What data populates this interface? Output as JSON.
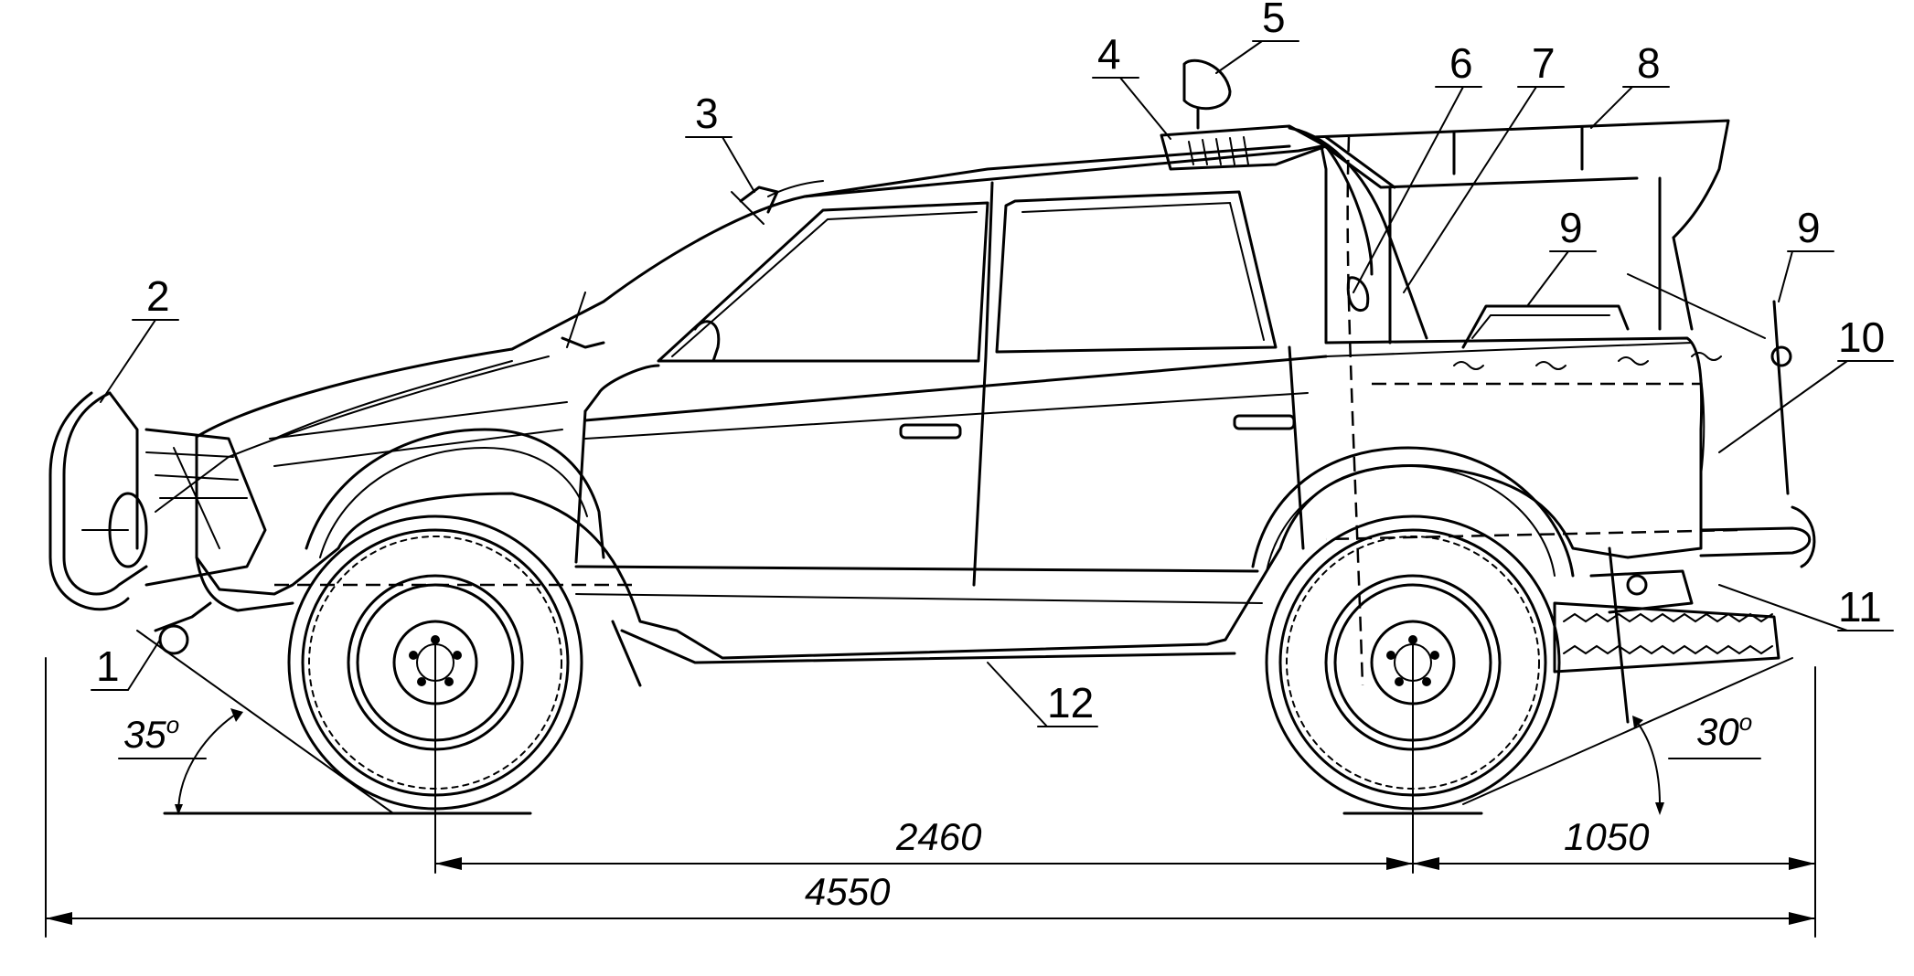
{
  "callouts": [
    "1",
    "2",
    "3",
    "4",
    "5",
    "6",
    "7",
    "8",
    "9",
    "9",
    "10",
    "11",
    "12"
  ],
  "dimensions": {
    "wheelbase": "2460",
    "overall_length": "4550",
    "rear_overhang": "1050",
    "approach_angle": "35",
    "departure_angle": "30",
    "degree_mark": "o"
  },
  "colors": {
    "line": "#000000",
    "background": "#ffffff"
  }
}
